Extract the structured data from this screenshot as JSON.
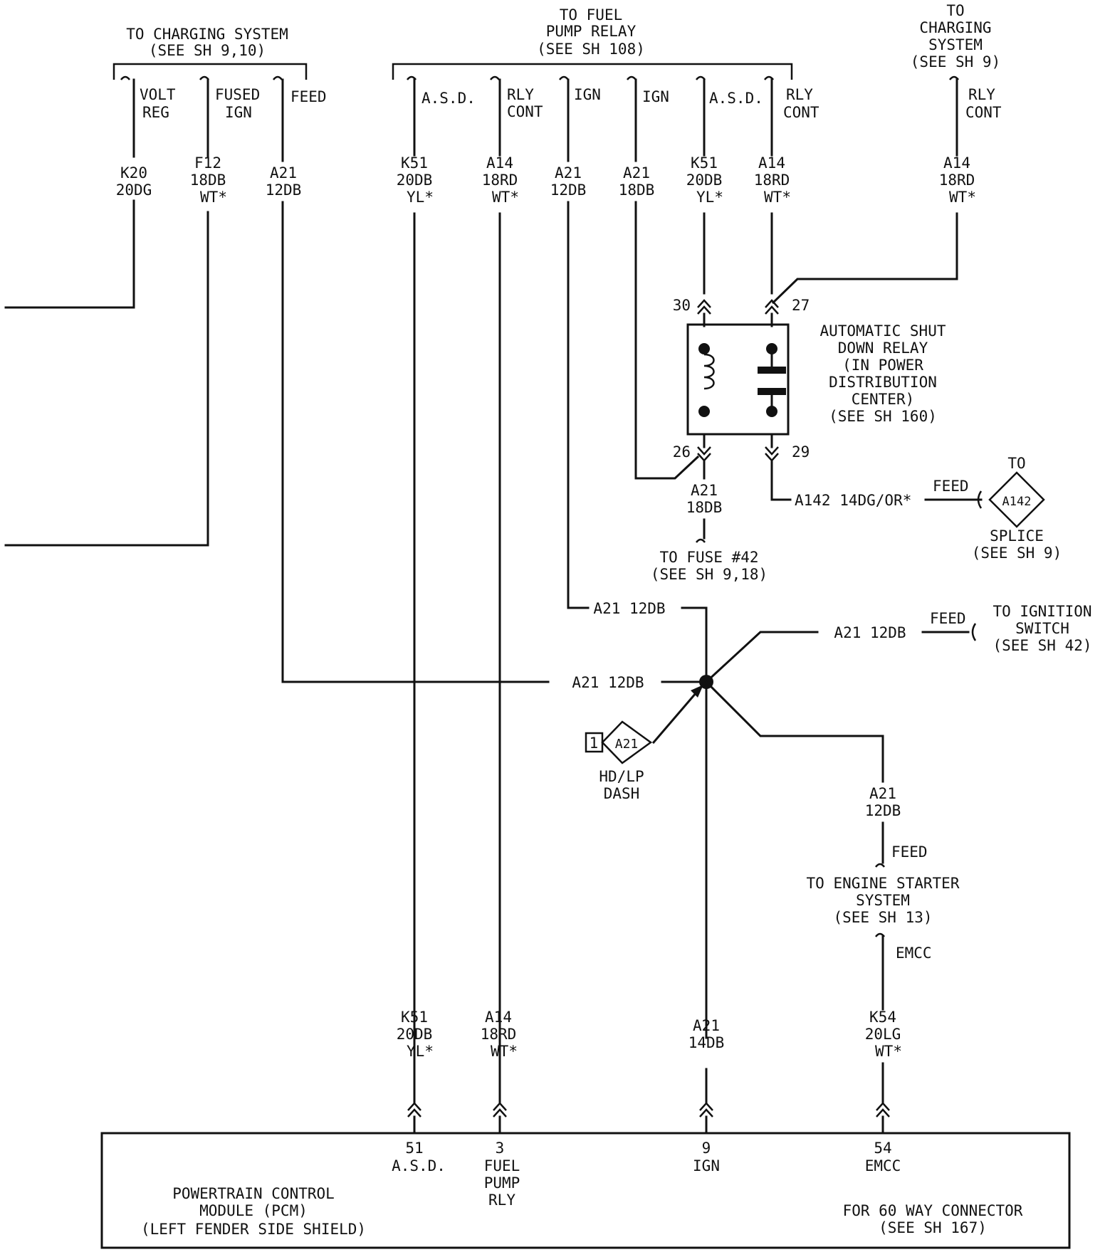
{
  "charging_top": {
    "title": "TO CHARGING SYSTEM",
    "see": "(SEE SH 9,10)",
    "volt_reg": [
      "VOLT",
      "REG"
    ],
    "fused_ign": [
      "FUSED",
      "IGN"
    ],
    "feed": "FEED"
  },
  "fuel_pump_top": {
    "title_1": "TO FUEL",
    "title_2": "PUMP RELAY",
    "see": "(SEE SH 108)",
    "asd": "A.S.D.",
    "rly_cont": [
      "RLY",
      "CONT"
    ],
    "ign": "IGN"
  },
  "charging_right": {
    "lines": [
      "TO",
      "CHARGING",
      "SYSTEM",
      "(SEE SH 9)"
    ],
    "rly_cont": [
      "RLY",
      "CONT"
    ]
  },
  "wires_top": {
    "k20": [
      "K20",
      "20DG"
    ],
    "f12": [
      "F12",
      "18DB",
      "WT*"
    ],
    "a21_12": [
      "A21",
      "12DB"
    ],
    "k51": [
      "K51",
      "20DB",
      "YL*"
    ],
    "a14": [
      "A14",
      "18RD",
      "WT*"
    ],
    "a21_18": [
      "A21",
      "18DB"
    ]
  },
  "relay": {
    "name": [
      "AUTOMATIC SHUT",
      "DOWN RELAY",
      "(IN POWER",
      "DISTRIBUTION",
      "CENTER)",
      "(SEE SH 160)"
    ],
    "pins": {
      "p30": "30",
      "p27": "27",
      "p26": "26",
      "p29": "29"
    },
    "out_wire": "A142 14DG/OR*",
    "feed": "FEED",
    "splice_to": "TO",
    "splice_id": "A142",
    "splice_label": "SPLICE",
    "splice_see": "(SEE SH 9)",
    "fuse_wire": [
      "A21",
      "18DB"
    ],
    "fuse_to": "TO FUSE #42",
    "fuse_see": "(SEE SH 9,18)"
  },
  "junction": {
    "a21_12db": "A21 12DB",
    "ign_feed": "FEED",
    "ign_to": [
      "TO IGNITION",
      "SWITCH",
      "(SEE SH 42)"
    ],
    "hdlp_num": "1",
    "hdlp_id": "A21",
    "hdlp_label": [
      "HD/LP",
      "DASH"
    ],
    "starter_wire": [
      "A21",
      "12DB"
    ],
    "starter_feed": "FEED",
    "starter_to": [
      "TO ENGINE STARTER",
      "SYSTEM",
      "(SEE SH 13)"
    ],
    "emcc": "EMCC"
  },
  "pcm_wires": {
    "k51": [
      "K51",
      "20DB",
      "YL*"
    ],
    "a14": [
      "A14",
      "18RD",
      "WT*"
    ],
    "a21": [
      "A21",
      "14DB"
    ],
    "k54": [
      "K54",
      "20LG",
      "WT*"
    ]
  },
  "pcm": {
    "pins": [
      {
        "num": "51",
        "label": [
          "A.S.D."
        ]
      },
      {
        "num": "3",
        "label": [
          "FUEL",
          "PUMP",
          "RLY"
        ]
      },
      {
        "num": "9",
        "label": [
          "IGN"
        ]
      },
      {
        "num": "54",
        "label": [
          "EMCC"
        ]
      }
    ],
    "name": [
      "POWERTRAIN CONTROL",
      "MODULE (PCM)",
      "(LEFT FENDER SIDE SHIELD)"
    ],
    "connector": [
      "FOR 60 WAY CONNECTOR",
      "(SEE SH 167)"
    ]
  }
}
